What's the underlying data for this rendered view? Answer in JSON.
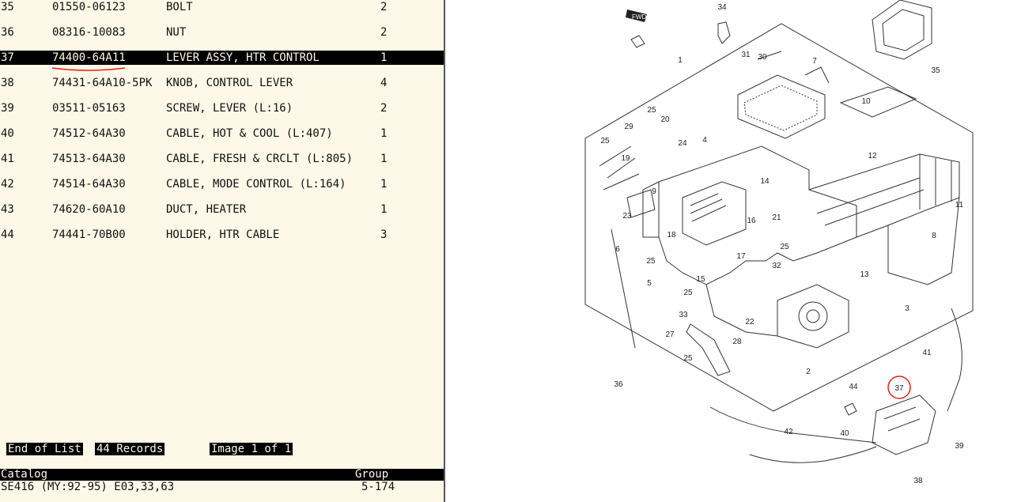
{
  "parts": [
    {
      "no": "35",
      "part": "01550-06123",
      "desc": "BOLT",
      "qty": "2"
    },
    {
      "no": "36",
      "part": "08316-10083",
      "desc": "NUT",
      "qty": "2"
    },
    {
      "no": "37",
      "part": "74400-64A11",
      "desc": "LEVER ASSY, HTR CONTROL",
      "qty": "1"
    },
    {
      "no": "38",
      "part": "74431-64A10-5PK",
      "desc": "KNOB, CONTROL LEVER",
      "qty": "4"
    },
    {
      "no": "39",
      "part": "03511-05163",
      "desc": "SCREW, LEVER (L:16)",
      "qty": "2"
    },
    {
      "no": "40",
      "part": "74512-64A30",
      "desc": "CABLE, HOT & COOL (L:407)",
      "qty": "1"
    },
    {
      "no": "41",
      "part": "74513-64A30",
      "desc": "CABLE, FRESH & CRCLT (L:805)",
      "qty": "1"
    },
    {
      "no": "42",
      "part": "74514-64A30",
      "desc": "CABLE, MODE CONTROL (L:164)",
      "qty": "1"
    },
    {
      "no": "43",
      "part": "74620-60A10",
      "desc": "DUCT, HEATER",
      "qty": "1"
    },
    {
      "no": "44",
      "part": "74441-70B00",
      "desc": "HOLDER, HTR CABLE",
      "qty": "3"
    }
  ],
  "selected_index": 2,
  "status": {
    "end_of_list": "End of List",
    "records": "44 Records",
    "image": "Image 1 of 1"
  },
  "footer": {
    "catalog_label": "Catalog",
    "catalog_value": "SE416 (MY:92-95) E03,33,63",
    "group_label": "Group",
    "group_value": "5-174"
  },
  "diagram": {
    "fwd_label": "FWD",
    "callouts": [
      "1",
      "2",
      "3",
      "4",
      "5",
      "6",
      "7",
      "8",
      "9",
      "10",
      "11",
      "12",
      "13",
      "14",
      "15",
      "16",
      "17",
      "18",
      "19",
      "20",
      "21",
      "22",
      "23",
      "24",
      "25",
      "25",
      "25",
      "25",
      "25",
      "25",
      "27",
      "28",
      "29",
      "30",
      "31",
      "32",
      "33",
      "34",
      "35",
      "36",
      "37",
      "38",
      "39",
      "40",
      "41",
      "42",
      "44"
    ],
    "highlight": "37"
  },
  "colors": {
    "panel_bg": "#fdf8e8",
    "highlight_red": "#e0201a",
    "ink": "#111111"
  }
}
